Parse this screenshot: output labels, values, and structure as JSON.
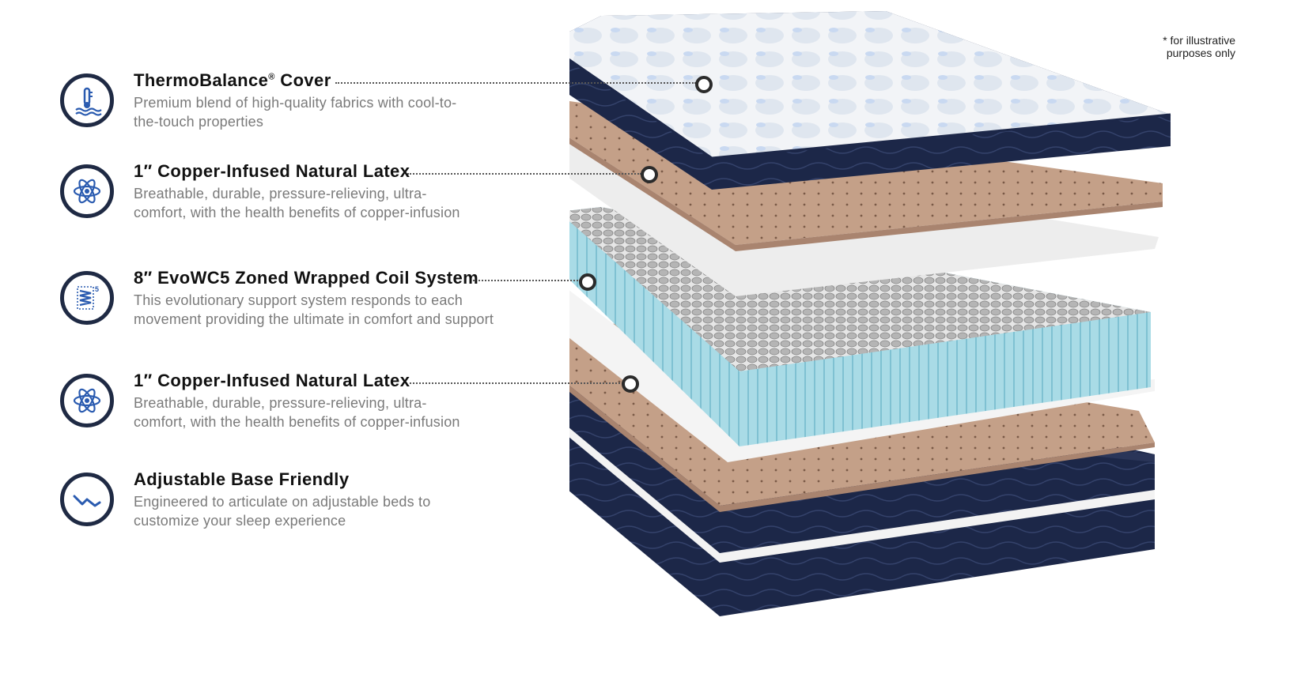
{
  "note": {
    "line1": "* for illustrative",
    "line2": "purposes only"
  },
  "colors": {
    "icon_ring": "#1f2a44",
    "icon_accent": "#2a5bb0",
    "title": "#111111",
    "description": "#7a7a7a",
    "navy_fabric": "#1c2748",
    "latex": "#c4a088",
    "coil_blue": "#a9dbe6"
  },
  "features": [
    {
      "icon": "thermometer-icon",
      "title": "ThermoBalance",
      "title_mark": "®",
      "title_suffix": " Cover",
      "desc_line1": "Premium blend of high-quality fabrics with cool-to-",
      "desc_line2": "the-touch properties"
    },
    {
      "icon": "atom-icon",
      "title": "1″ Copper-Infused Natural Latex",
      "desc_line1": "Breathable, durable, pressure-relieving, ultra-",
      "desc_line2": "comfort, with the health benefits of copper-infusion"
    },
    {
      "icon": "coil-icon",
      "icon_badge": "5",
      "title": "8″ EvoWC5 Zoned Wrapped Coil System",
      "desc_line1": "This evolutionary support system responds to each",
      "desc_line2": "movement providing the ultimate in comfort and support"
    },
    {
      "icon": "atom-icon",
      "title": "1″ Copper-Infused Natural Latex",
      "desc_line1": "Breathable, durable, pressure-relieving, ultra-",
      "desc_line2": "comfort, with the health benefits of copper-infusion"
    },
    {
      "icon": "adjustable-base-icon",
      "title": "Adjustable Base Friendly",
      "desc_line1": "Engineered to articulate on adjustable beds to",
      "desc_line2": "customize your sleep experience"
    }
  ]
}
